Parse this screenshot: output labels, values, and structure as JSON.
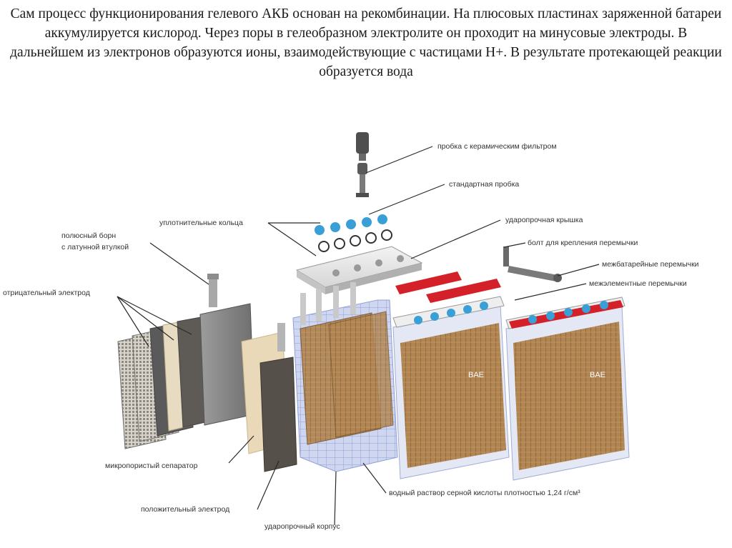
{
  "intro_text": "Сам процесс функционирования гелевого АКБ основан на рекомбинации. На плюсовых пластинах заряженной батареи аккумулируется кислород. Через поры в гелеобразном электролите он проходит на минусовые электроды. В дальнейшем из электронов образуются ионы, взаимодействующие с частицами Н+. В результате протекающей реакции образуется вода",
  "labels": {
    "ceramic_plug": "пробка с керамическим фильтром",
    "standard_plug": "стандартная пробка",
    "seal_rings": "уплотнительные кольца",
    "shockproof_lid": "ударопрочная крышка",
    "terminal_line1": "полюсный борн",
    "terminal_line2": "с латунной втулкой",
    "jumper_bolt": "болт для крепления перемычки",
    "inter_battery_jumpers": "межбатарейные перемычки",
    "negative_electrode": "отрицательный электрод",
    "inter_cell_jumpers": "межэлементные перемычки",
    "microporous_separator": "микропористый сепаратор",
    "positive_electrode": "положительный электрод",
    "sulfuric_acid": "водный раствор серной кислоты плотностью 1,24 г/см³",
    "shockproof_case": "ударопрочный корпус"
  },
  "brand_mark": "BAE",
  "colors": {
    "red_jumper": "#d42028",
    "blue_cap": "#3a9fd6",
    "plate_brown": "#a87a4a",
    "plate_dark": "#55504a",
    "separator": "#ead9b8",
    "casing": "#b9c6e6"
  }
}
